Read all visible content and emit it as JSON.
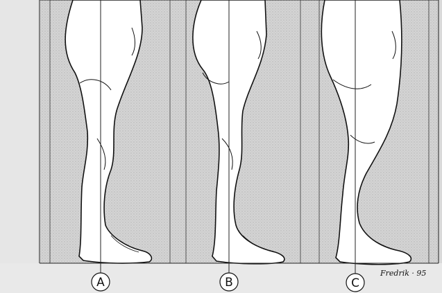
{
  "figure": {
    "labels": [
      "A",
      "B",
      "C"
    ],
    "signature": "Fredrik · 95"
  }
}
